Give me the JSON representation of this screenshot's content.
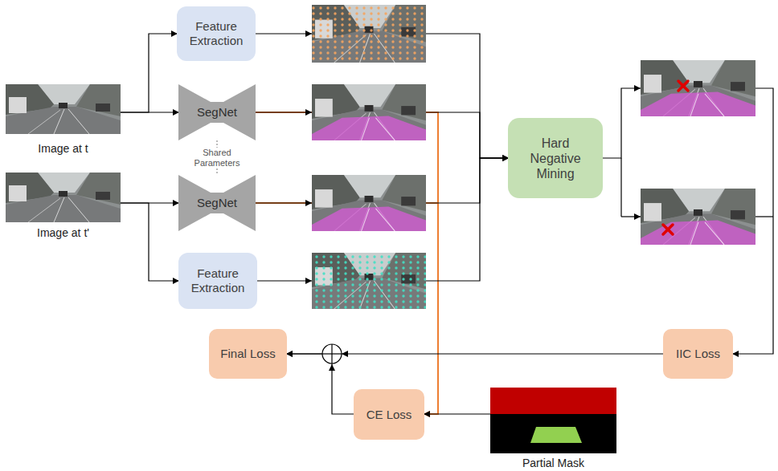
{
  "diagram": {
    "nodes": [
      {
        "text": [
          "Image at t"
        ]
      },
      {
        "text": [
          "Feature Extraction"
        ]
      },
      {
        "text": [
          "SegNet"
        ]
      },
      {
        "text": [
          "Image at t'"
        ]
      },
      {
        "text": [
          "SegNet"
        ]
      },
      {
        "text": [
          "Feature Extraction"
        ]
      },
      {
        "text": [
          "Hard Negative Mining"
        ]
      },
      {
        "text": [
          "Final Loss"
        ]
      },
      {
        "text": [
          "IIC Loss"
        ]
      },
      {
        "text": [
          "CE Loss"
        ]
      },
      {
        "text": [
          "Partial Mask"
        ]
      }
    ],
    "edges": [
      {
        "from": 0,
        "to": 1,
        "arrow": "to"
      },
      {
        "from": 0,
        "to": 2,
        "arrow": "to"
      },
      {
        "from": 3,
        "to": 4,
        "arrow": "to"
      },
      {
        "from": 3,
        "to": 5,
        "arrow": "to"
      },
      {
        "from": 1,
        "to": 6,
        "arrow": "to"
      },
      {
        "from": 2,
        "to": 6,
        "arrow": "to"
      },
      {
        "from": 4,
        "to": 6,
        "arrow": "to"
      },
      {
        "from": 5,
        "to": 6,
        "arrow": "to"
      },
      {
        "from": 6,
        "to": 8,
        "arrow": "to"
      },
      {
        "from": 8,
        "to": 7,
        "arrow": "to"
      },
      {
        "from": 9,
        "to": 7,
        "arrow": "to"
      },
      {
        "from": 2,
        "to": 9,
        "arrow": "to"
      },
      {
        "from": 4,
        "to": 9,
        "arrow": "to"
      },
      {
        "from": 10,
        "to": 9,
        "arrow": "to"
      }
    ],
    "labels": [
      "Shared Parameters"
    ]
  }
}
